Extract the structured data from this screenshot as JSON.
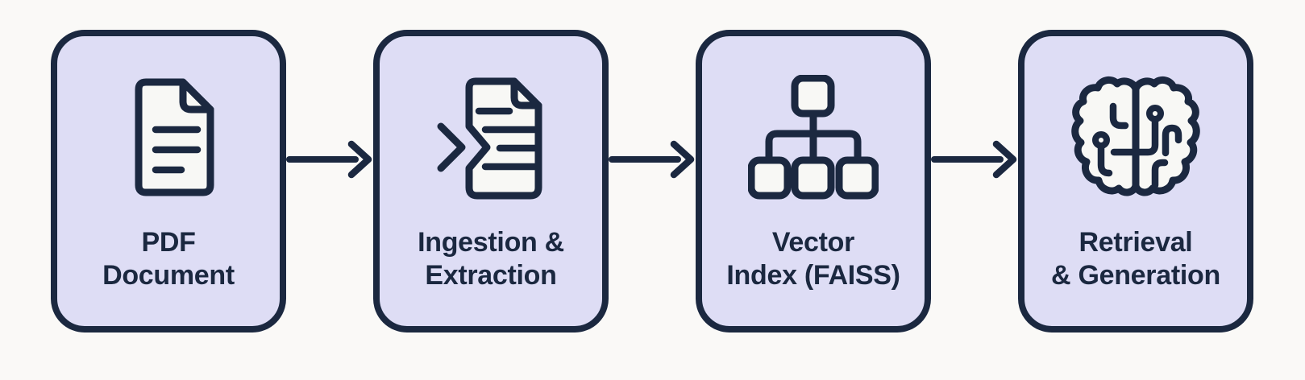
{
  "diagram": {
    "type": "flowchart",
    "direction": "left-to-right",
    "colors": {
      "background": "#FAF9F7",
      "node_fill": "#DEDDF5",
      "stroke": "#1B2840",
      "label": "#1B2840",
      "icon_fill": "#F8F8F5"
    },
    "nodes": [
      {
        "id": "pdf-document",
        "icon": "document-icon",
        "label": "PDF Document",
        "label_lines": [
          "PDF",
          "Document"
        ]
      },
      {
        "id": "ingestion-extraction",
        "icon": "document-import-icon",
        "label": "Ingestion & Extraction",
        "label_lines": [
          "Ingestion &",
          "Extraction"
        ]
      },
      {
        "id": "vector-index",
        "icon": "hierarchy-tree-icon",
        "label": "Vector Index (FAISS)",
        "label_lines": [
          "Vector",
          "Index (FAISS)"
        ]
      },
      {
        "id": "retrieval-generation",
        "icon": "brain-circuit-icon",
        "label": "Retrieval & Generation",
        "label_lines": [
          "Retrieval",
          "& Generation"
        ]
      }
    ],
    "connections": [
      {
        "from": "pdf-document",
        "to": "ingestion-extraction",
        "style": "arrow-right"
      },
      {
        "from": "ingestion-extraction",
        "to": "vector-index",
        "style": "arrow-right"
      },
      {
        "from": "vector-index",
        "to": "retrieval-generation",
        "style": "arrow-right"
      }
    ]
  }
}
